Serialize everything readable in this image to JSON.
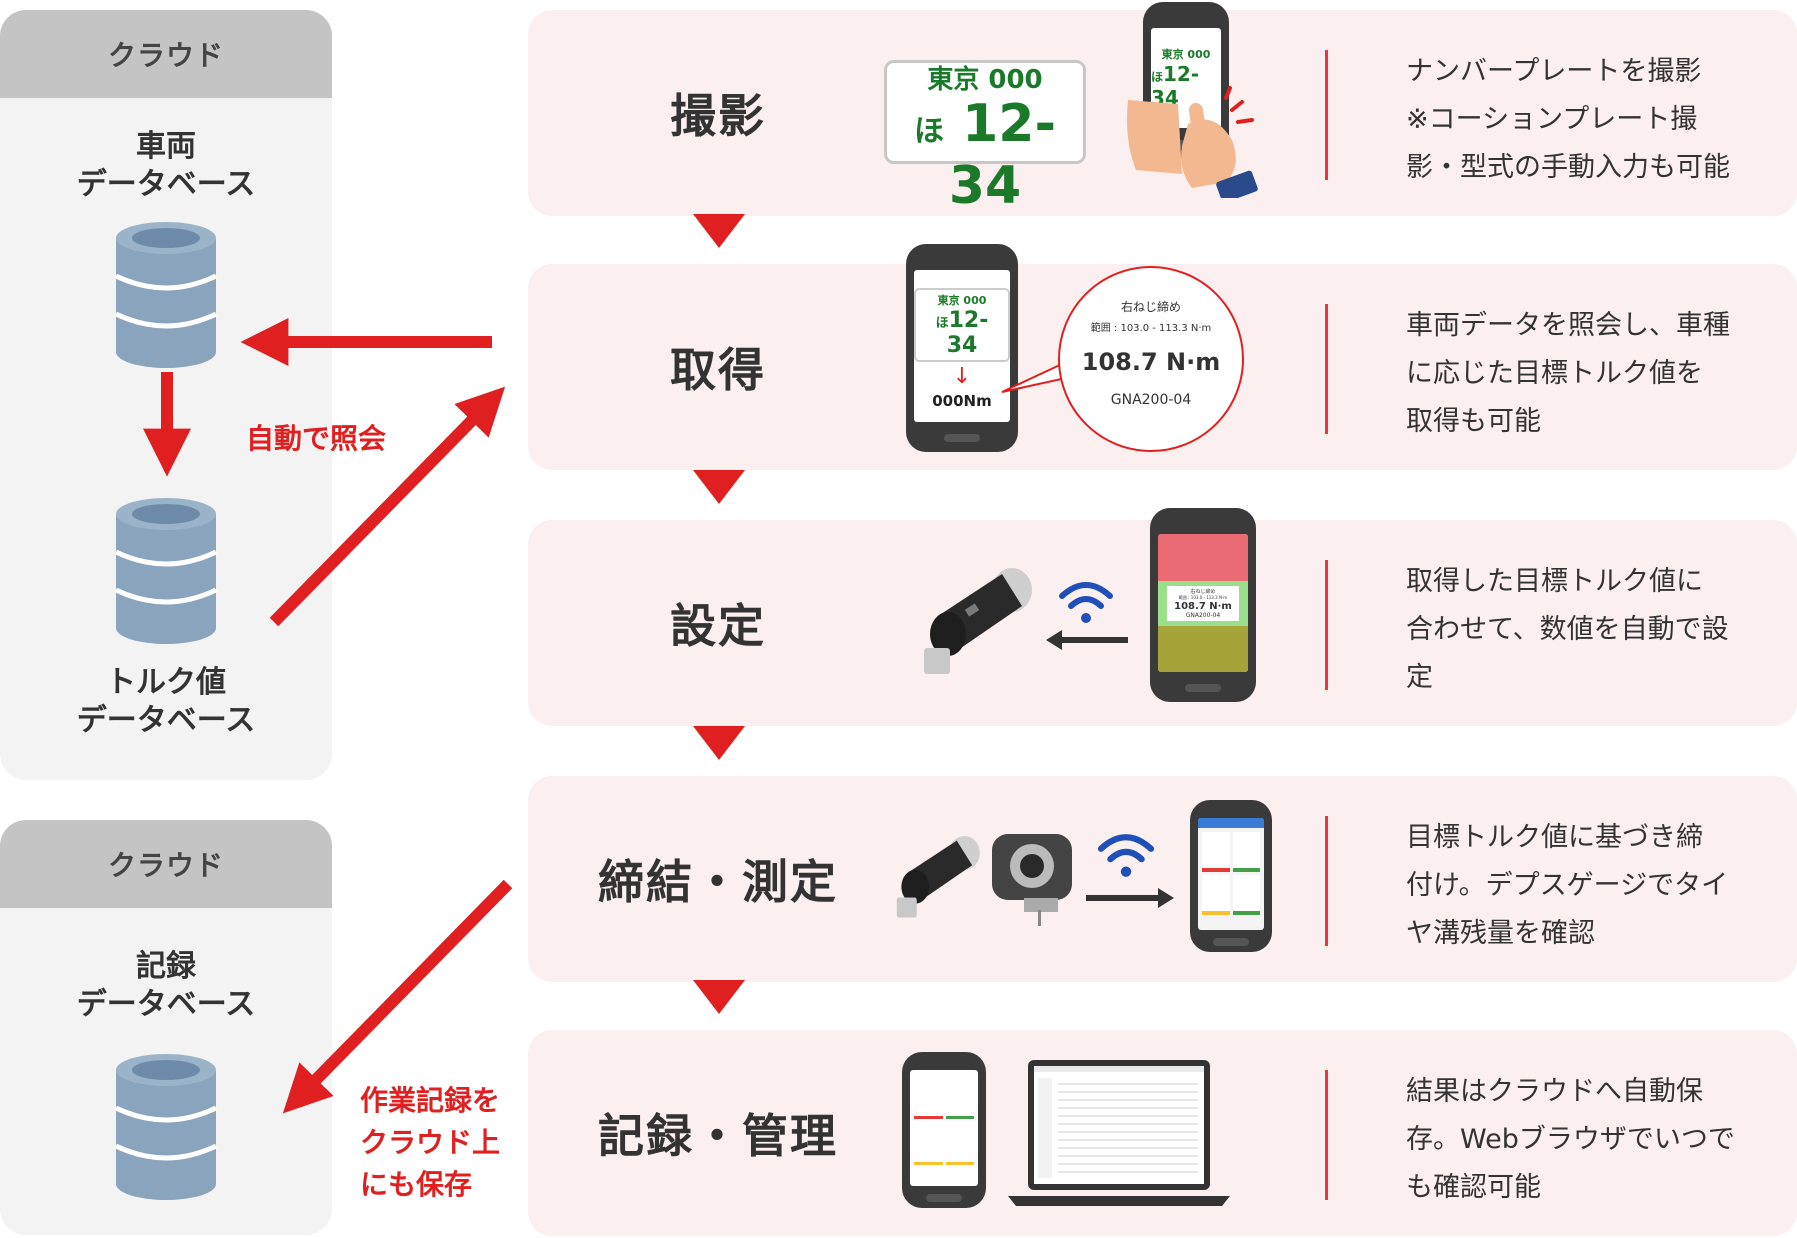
{
  "clouds": [
    {
      "header": "クラウド",
      "databases": [
        "車両\nデータベース",
        "トルク値\nデータベース"
      ]
    },
    {
      "header": "クラウド",
      "databases": [
        "記録\nデータベース"
      ]
    }
  ],
  "arrow_labels": {
    "auto_lookup": "自動で照会",
    "save_cloud": "作業記録を\nクラウド上\nにも保存"
  },
  "steps": [
    {
      "title": "撮影",
      "description": "ナンバープレートを撮影\n※コーションプレート撮\n影・型式の手動入力も可能"
    },
    {
      "title": "取得",
      "description": "車両データを照会し、車種\nに応じた目標トルク値を\n取得も可能"
    },
    {
      "title": "設定",
      "description": "取得した目標トルク値に\n合わせて、数値を自動で設\n定"
    },
    {
      "title": "締結・測定",
      "description": "目標トルク値に基づき締\n付け。デプスゲージでタイ\nヤ溝残量を確認"
    },
    {
      "title": "記録・管理",
      "description": "結果はクラウドへ自動保\n存。Webブラウザでいつで\nも確認可能"
    }
  ],
  "plate": {
    "top": "東京 000",
    "kana": "ほ",
    "number": "12-34"
  },
  "phone_screen": {
    "value": "000Nm"
  },
  "bubble": {
    "title": "右ねじ締め",
    "range": "範囲 : 103.0 - 113.3 N·m",
    "value": "108.7 N·m",
    "model": "GNA200-04"
  },
  "setting_screen": {
    "title": "右ねじ締め",
    "range": "範囲 : 103.0 - 113.3 N·m",
    "value": "108.7 N·m",
    "model": "GNA200-04"
  },
  "colors": {
    "accent": "#e02020",
    "row_bg": "#fcefef",
    "cloud_bg": "#f3f3f3",
    "cloud_header": "#c4c4c4",
    "plate_green": "#1a7a2a"
  }
}
